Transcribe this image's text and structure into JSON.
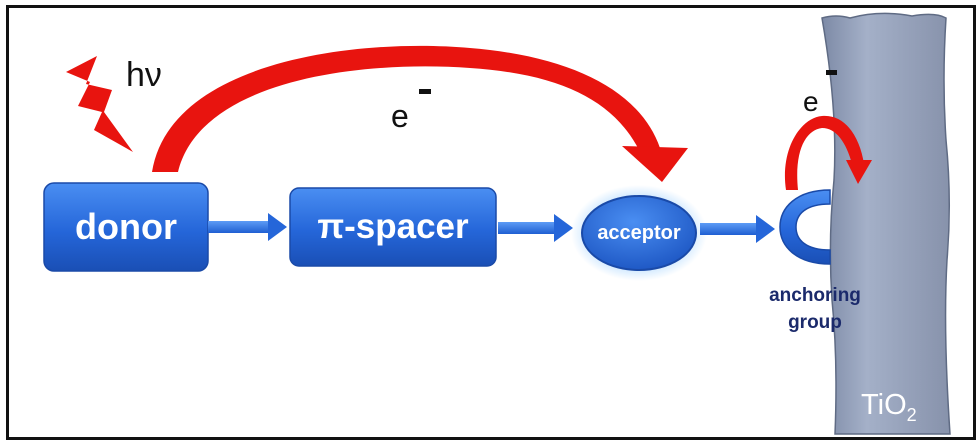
{
  "photon_label": "hν",
  "electron_label": "e",
  "electron_charge": "-",
  "donor": "donor",
  "spacer": "π-spacer",
  "acceptor": "acceptor",
  "anchoring_group": "anchoring group",
  "tio2": {
    "base": "TiO",
    "subscript": "2"
  },
  "colors": {
    "red": "#e8140f",
    "box_blue": "#1f5fd2",
    "box_blue_light": "#3f84ef",
    "tio2_gray": "#8f9cb6",
    "label_navy": "#1b2a6b"
  },
  "icons": {
    "photon": "lightning-bolt-icon",
    "transfer_arrow": "curved-arrow-icon",
    "anchor": "anchoring-group-icon"
  }
}
